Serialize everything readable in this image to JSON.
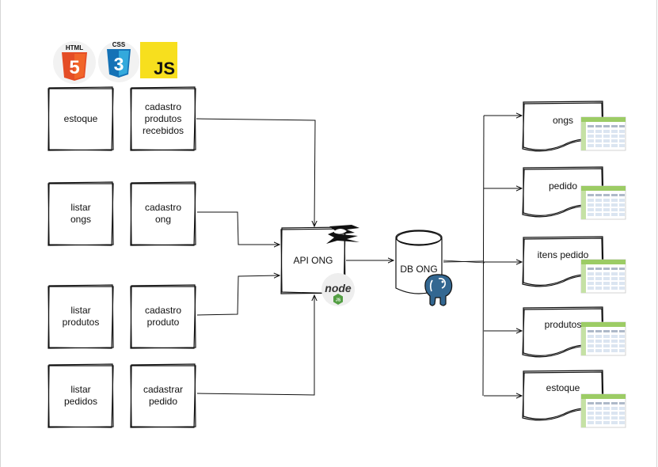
{
  "tech_logos": {
    "html": {
      "top_label": "HTML",
      "digit": "5"
    },
    "css": {
      "top_label": "CSS",
      "digit": "3"
    },
    "js": {
      "label": "JS"
    }
  },
  "screens": [
    {
      "label": "estoque"
    },
    {
      "label": "cadastro\nprodutos\nrecebidos"
    },
    {
      "label": "listar\nongs"
    },
    {
      "label": "cadastro\nong"
    },
    {
      "label": "listar\nprodutos"
    },
    {
      "label": "cadastro\nproduto"
    },
    {
      "label": "listar\npedidos"
    },
    {
      "label": "cadastrar\npedido"
    }
  ],
  "api": {
    "label": "API ONG",
    "node_logo_text": "node",
    "node_badge": "JS"
  },
  "database": {
    "label": "DB ONG"
  },
  "tables": [
    {
      "label": "ongs"
    },
    {
      "label": "pedido"
    },
    {
      "label": "itens pedido"
    },
    {
      "label": "produtos"
    },
    {
      "label": "estoque"
    }
  ],
  "colors": {
    "html5": "#e44d26",
    "css3": "#1572b6",
    "js": "#f7df1e",
    "postgres": "#336791",
    "node_green": "#539e43",
    "table_header": "#9ccc65",
    "table_cell": "#dbe5f1"
  }
}
